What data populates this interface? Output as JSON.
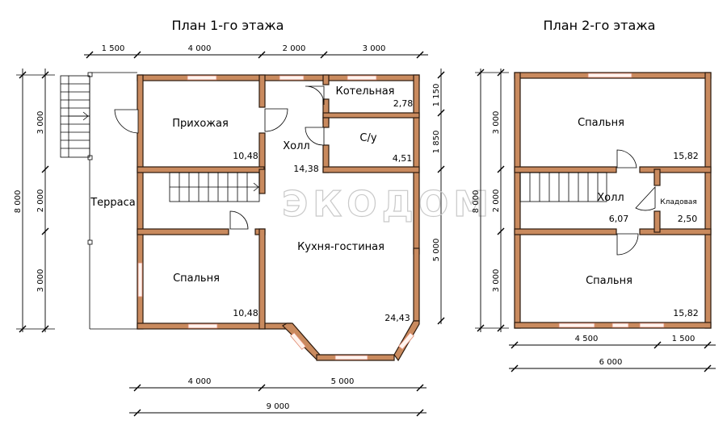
{
  "titles": {
    "floor1": "План 1-го этажа",
    "floor2": "План 2-го этажа"
  },
  "watermark": "ЭКОДОМ",
  "floor1": {
    "rooms": {
      "prihozhaya": {
        "name": "Прихожая",
        "area": "10,48"
      },
      "holl": {
        "name": "Холл",
        "area": "14,38"
      },
      "kotelnaya": {
        "name": "Котельная",
        "area": "2,78"
      },
      "su": {
        "name": "С/у",
        "area": "4,51"
      },
      "terrasa": {
        "name": "Терраса"
      },
      "kuhnya": {
        "name": "Кухня-гостиная",
        "area": "24,43"
      },
      "spalnya": {
        "name": "Спальня",
        "area": "10,48"
      }
    },
    "dims_top": [
      "1 500",
      "4 000",
      "2 000",
      "3 000"
    ],
    "dims_bottom": [
      "4 000",
      "5 000"
    ],
    "dim_total": "9 000",
    "dims_left": [
      "3 000",
      "2 000",
      "3 000"
    ],
    "dim_left_total": "8 000",
    "dims_right": [
      "1 150",
      "1 850",
      "5 000"
    ]
  },
  "floor2": {
    "rooms": {
      "spalnya_top": {
        "name": "Спальня",
        "area": "15,82"
      },
      "holl": {
        "name": "Холл",
        "area": "6,07"
      },
      "kladovaya": {
        "name": "Кладовая",
        "area": "2,50"
      },
      "spalnya_bottom": {
        "name": "Спальня",
        "area": "15,82"
      }
    },
    "dims_bottom": [
      "4 500",
      "1 500"
    ],
    "dim_total": "6 000",
    "dims_left": [
      "3 000",
      "2 000",
      "3 000"
    ],
    "dim_left_total": "8 000"
  },
  "colors": {
    "wall": "#c98a5e",
    "window": "#e08a70"
  }
}
